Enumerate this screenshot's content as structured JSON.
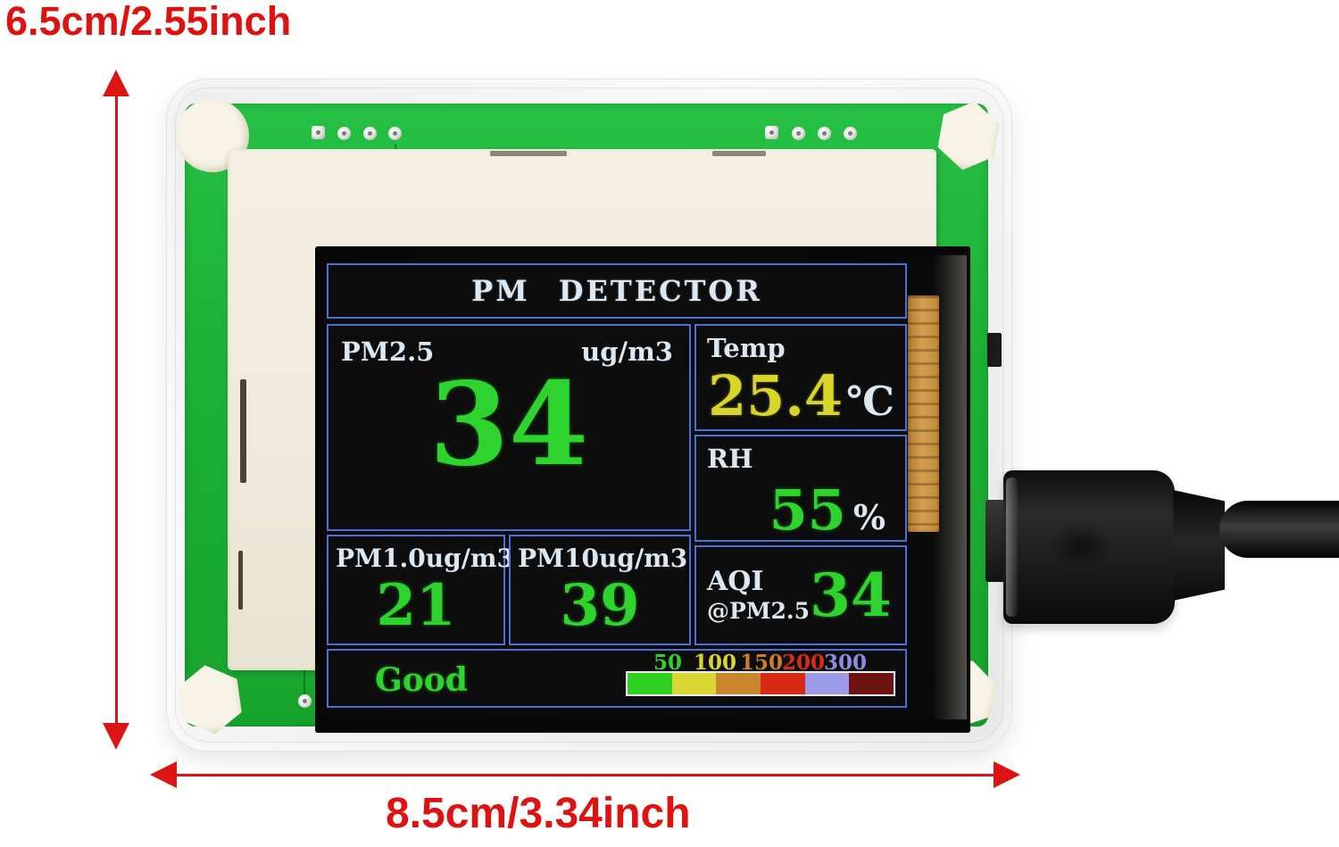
{
  "annotations": {
    "height_label": "6.5cm/2.55inch",
    "width_label": "8.5cm/3.34inch"
  },
  "display": {
    "title": "PM DETECTOR",
    "pm25": {
      "label": "PM2.5",
      "unit": "ug/m3",
      "value": "34"
    },
    "temp": {
      "label": "Temp",
      "value": "25.4",
      "unit": "℃"
    },
    "humidity": {
      "label": "RH",
      "value": "55",
      "unit": "%"
    },
    "pm1": {
      "label": "PM1.0",
      "unit": "ug/m3",
      "value": "21"
    },
    "pm10": {
      "label": "PM10",
      "unit": "ug/m3",
      "value": "39"
    },
    "aqi": {
      "label": "AQI",
      "sublabel": "@PM2.5",
      "value": "34"
    },
    "status": "Good",
    "scale": {
      "ticks": [
        {
          "label": "50",
          "color": "#2ed32e"
        },
        {
          "label": "100",
          "color": "#d9d62a"
        },
        {
          "label": "150",
          "color": "#cd7d25"
        },
        {
          "label": "200",
          "color": "#dd2a12"
        },
        {
          "label": "300",
          "color": "#8c8ce4"
        }
      ],
      "segments": [
        "#2fd020",
        "#d9d634",
        "#c9862e",
        "#d62a15",
        "#9b9ae9",
        "#6d1410"
      ]
    }
  },
  "colors": {
    "annotation_red": "#df1212",
    "display_border_blue": "#4e6fd8",
    "value_green": "#2ed32e",
    "value_yellow": "#d8d52a",
    "label_white": "#dbe7f1",
    "pcb_green": "#1bb035"
  }
}
